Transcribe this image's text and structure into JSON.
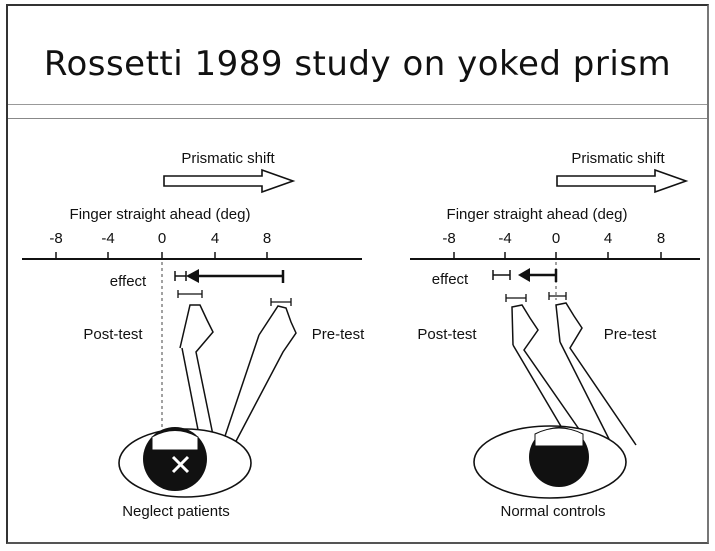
{
  "title": "Rossetti 1989 study on yoked prism",
  "left_panel": {
    "shift_label": "Prismatic shift",
    "axis_label": "Finger straight ahead (deg)",
    "ticks": [
      "-8",
      "-4",
      "0",
      "4",
      "8"
    ],
    "effect_label": "effect",
    "post_label": "Post-test",
    "pre_label": "Pre-test",
    "caption": "Neglect patients"
  },
  "right_panel": {
    "shift_label": "Prismatic shift",
    "axis_label": "Finger straight ahead (deg)",
    "ticks": [
      "-8",
      "-4",
      "0",
      "4",
      "8"
    ],
    "effect_label": "effect",
    "post_label": "Post-test",
    "pre_label": "Pre-test",
    "caption": "Normal controls"
  },
  "colors": {
    "ink": "#111111",
    "frame": "#333333"
  }
}
